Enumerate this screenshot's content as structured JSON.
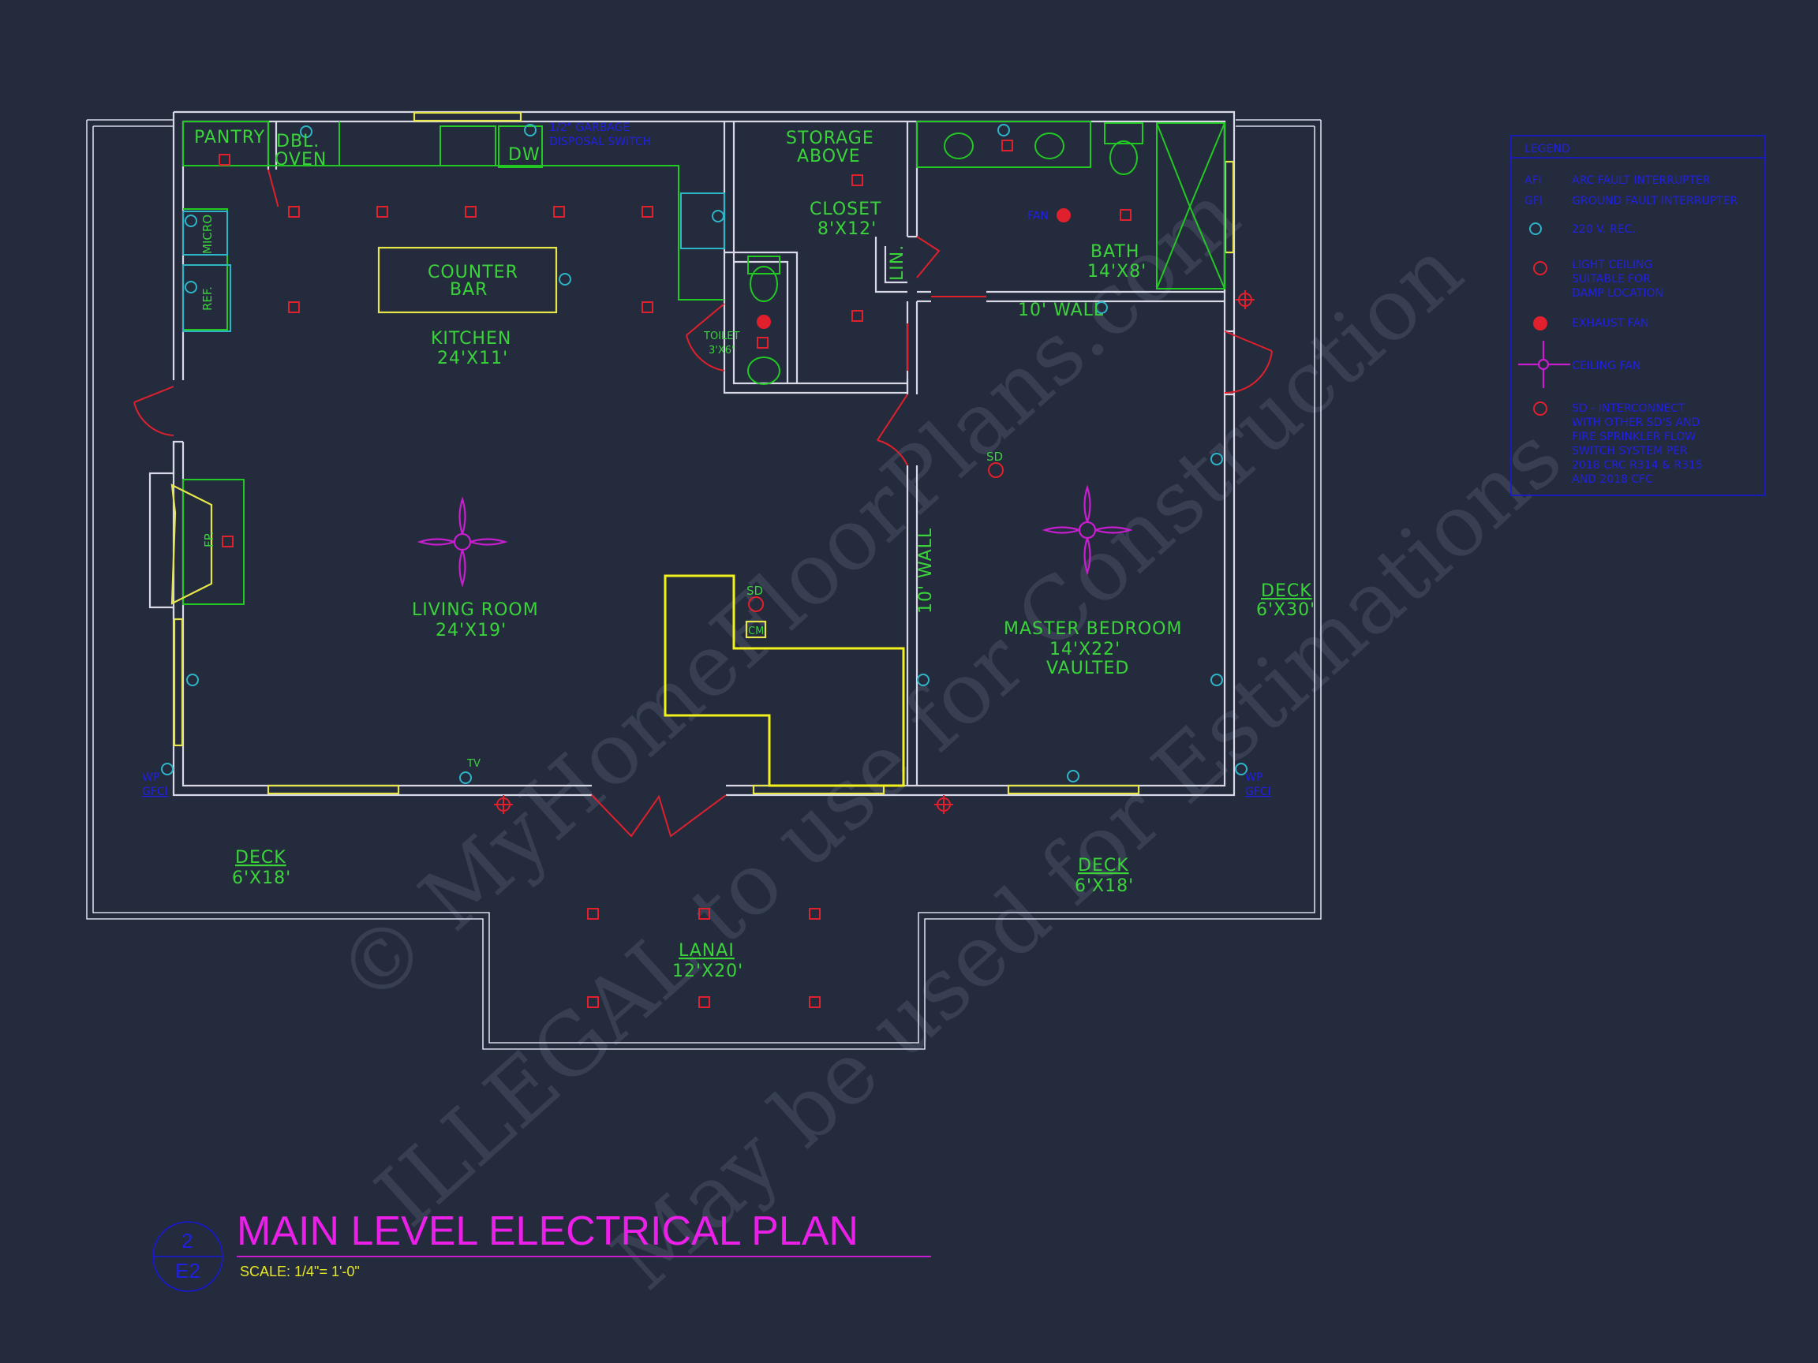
{
  "rooms": {
    "pantry": "PANTRY",
    "dbl_oven_1": "DBL.",
    "dbl_oven_2": "OVEN",
    "dw": "DW",
    "storage_1": "STORAGE",
    "storage_2": "ABOVE",
    "closet_name": "CLOSET",
    "closet_size": "8'X12'",
    "bath_name": "BATH",
    "bath_size": "14'X8'",
    "wall_10_top": "10' WALL",
    "wall_10_vert": "10' WALL",
    "lin": "LIN.",
    "micro": "MICRO",
    "ref": "REF.",
    "counter_1": "COUNTER",
    "counter_2": "BAR",
    "kitchen_name": "KITCHEN",
    "kitchen_size": "24'X11'",
    "toilet_name": "TOILET",
    "toilet_size": "3'X6'",
    "fp": "FP.",
    "living_name": "LIVING ROOM",
    "living_size": "24'X19'",
    "sd_1": "SD",
    "sd_2": "SD",
    "cm": "CM",
    "master_name": "MASTER BEDROOM",
    "master_size": "14'X22'",
    "master_note": "VAULTED",
    "deck_right_name": "DECK",
    "deck_right_size": "6'X30'",
    "deck_left_name": "DECK",
    "deck_left_size": "6'X18'",
    "deck_mid_name": "DECK",
    "deck_mid_size": "6'X18'",
    "lanai_name": "LANAI",
    "lanai_size": "12'X20'",
    "tv": "TV"
  },
  "annotations": {
    "garbage_1": "1/2\" GARBAGE",
    "garbage_2": "DISPOSAL SWITCH",
    "fan": "FAN",
    "wp_1a": "WP",
    "wp_1b": "GFCI",
    "wp_2a": "WP",
    "wp_2b": "GFCI"
  },
  "legend": {
    "title": "LEGEND",
    "afi_code": "AFI",
    "afi_text": "ARC FAULT INTERRUPTER",
    "gfi_code": "GFI",
    "gfi_text": "GROUND FAULT INTERRUPTER",
    "rec": "220 V. REC.",
    "light_1": "LIGHT CEILING",
    "light_2": "SUITABLE FOR",
    "light_3": "DAMP LOCATION",
    "exhaust": "EXHAUST FAN",
    "ceiling_fan": "CEILING FAN",
    "sd_1": "SD - INTERCONNECT",
    "sd_2": "WITH OTHER SD'S AND",
    "sd_3": "FIRE SPRINKLER FLOW",
    "sd_4": "SWITCH SYSTEM PER",
    "sd_5": "2018 CRC R314 & R315",
    "sd_6": "AND 2018 CFC"
  },
  "title_block": {
    "title": "MAIN LEVEL ELECTRICAL PLAN",
    "scale": "SCALE: 1/4\"= 1'-0\"",
    "detail_number": "2",
    "sheet": "E2"
  },
  "watermark": {
    "line_1": "© MyHomeFloorPlans.com",
    "line_2": "ILLEGAL to use for Construction",
    "line_3": "May be used for Estimations"
  },
  "colors": {
    "background": "#242b3d",
    "walls": "#d8d8e6",
    "text_green": "#3ad43a",
    "title_magenta": "#ea20e8",
    "legend_blue": "#2020e0",
    "fixture_red": "#e0202c",
    "outlet_cyan": "#2fb5c8",
    "window_yellow": "#e6e64a"
  }
}
